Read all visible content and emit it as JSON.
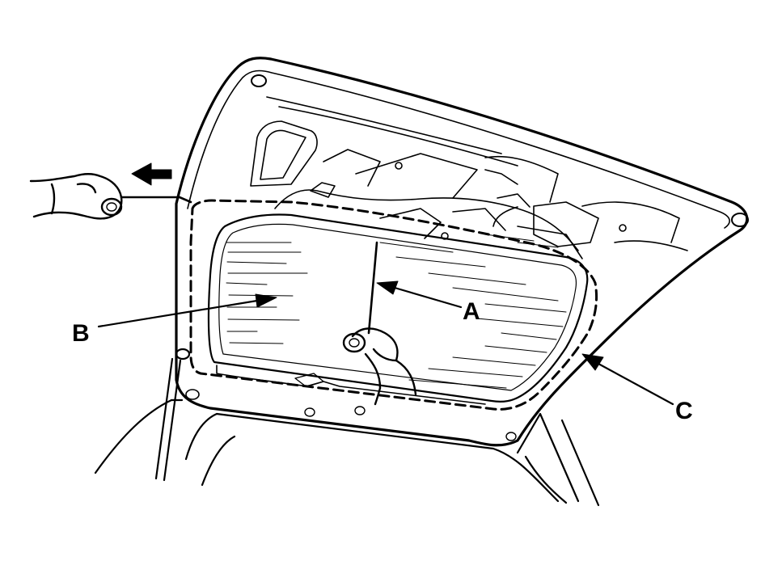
{
  "figure": {
    "callouts": {
      "a": "A",
      "b": "B",
      "c": "C"
    },
    "colors": {
      "ink": "#000000",
      "paper": "#ffffff"
    },
    "icons": {
      "pull_direction": "left-arrow-icon",
      "hands": "hand-icon"
    }
  }
}
